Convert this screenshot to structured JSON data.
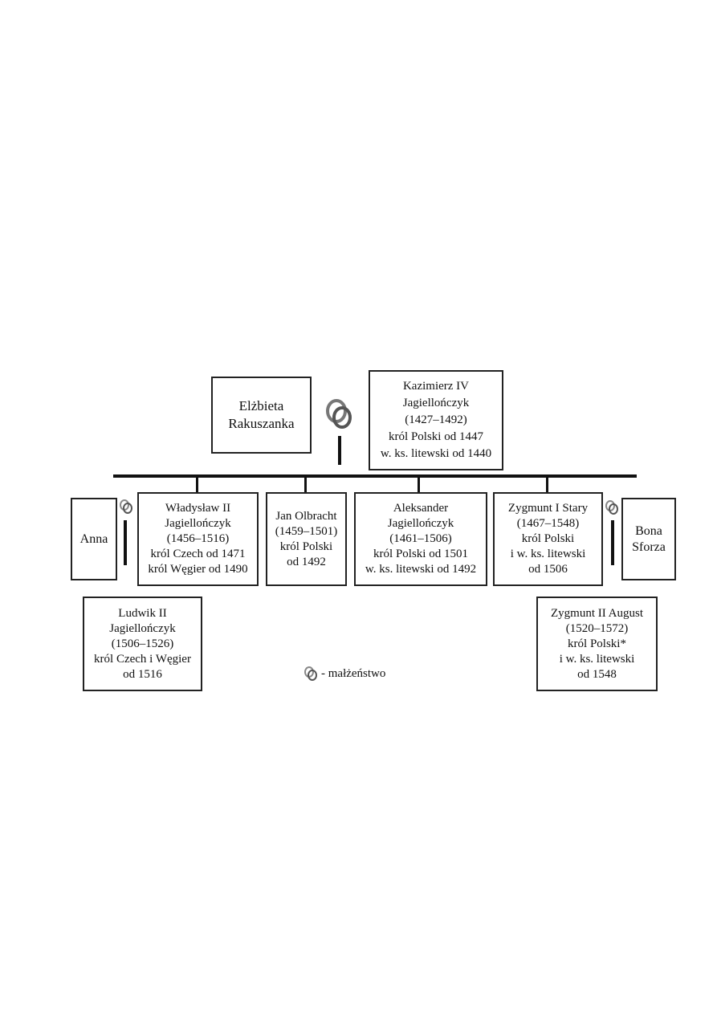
{
  "parents": {
    "mother": {
      "lines": [
        "Elżbieta",
        "Rakuszanka"
      ]
    },
    "father": {
      "lines": [
        "Kazimierz IV",
        "Jagiellończyk",
        "(1427–1492)",
        "król Polski od 1447",
        "w. ks. litewski od 1440"
      ]
    }
  },
  "children": [
    {
      "lines": [
        "Władysław II",
        "Jagiellończyk",
        "(1456–1516)",
        "król Czech od 1471",
        "król Węgier od 1490"
      ]
    },
    {
      "lines": [
        "Jan Olbracht",
        "(1459–1501)",
        "król Polski",
        "od 1492"
      ]
    },
    {
      "lines": [
        "Aleksander",
        "Jagiellończyk",
        "(1461–1506)",
        "król Polski od 1501",
        "w. ks. litewski od 1492"
      ]
    },
    {
      "lines": [
        "Zygmunt I Stary",
        "(1467–1548)",
        "król Polski",
        "i  w. ks. litewski",
        "od 1506"
      ]
    }
  ],
  "spouses": {
    "anna": {
      "lines": [
        "Anna"
      ]
    },
    "bona": {
      "lines": [
        "Bona",
        "Sforza"
      ]
    }
  },
  "grandchildren": {
    "ludwik": {
      "lines": [
        "Ludwik II",
        "Jagiellończyk",
        "(1506–1526)",
        "król Czech i Węgier",
        "od 1516"
      ]
    },
    "zygmunt_august": {
      "lines": [
        "Zygmunt II August",
        "(1520–1572)",
        "król Polski*",
        "i w. ks. litewski",
        "od 1548"
      ]
    }
  },
  "legend": {
    "label": "- małżeństwo",
    "icon": "ring-icon"
  }
}
